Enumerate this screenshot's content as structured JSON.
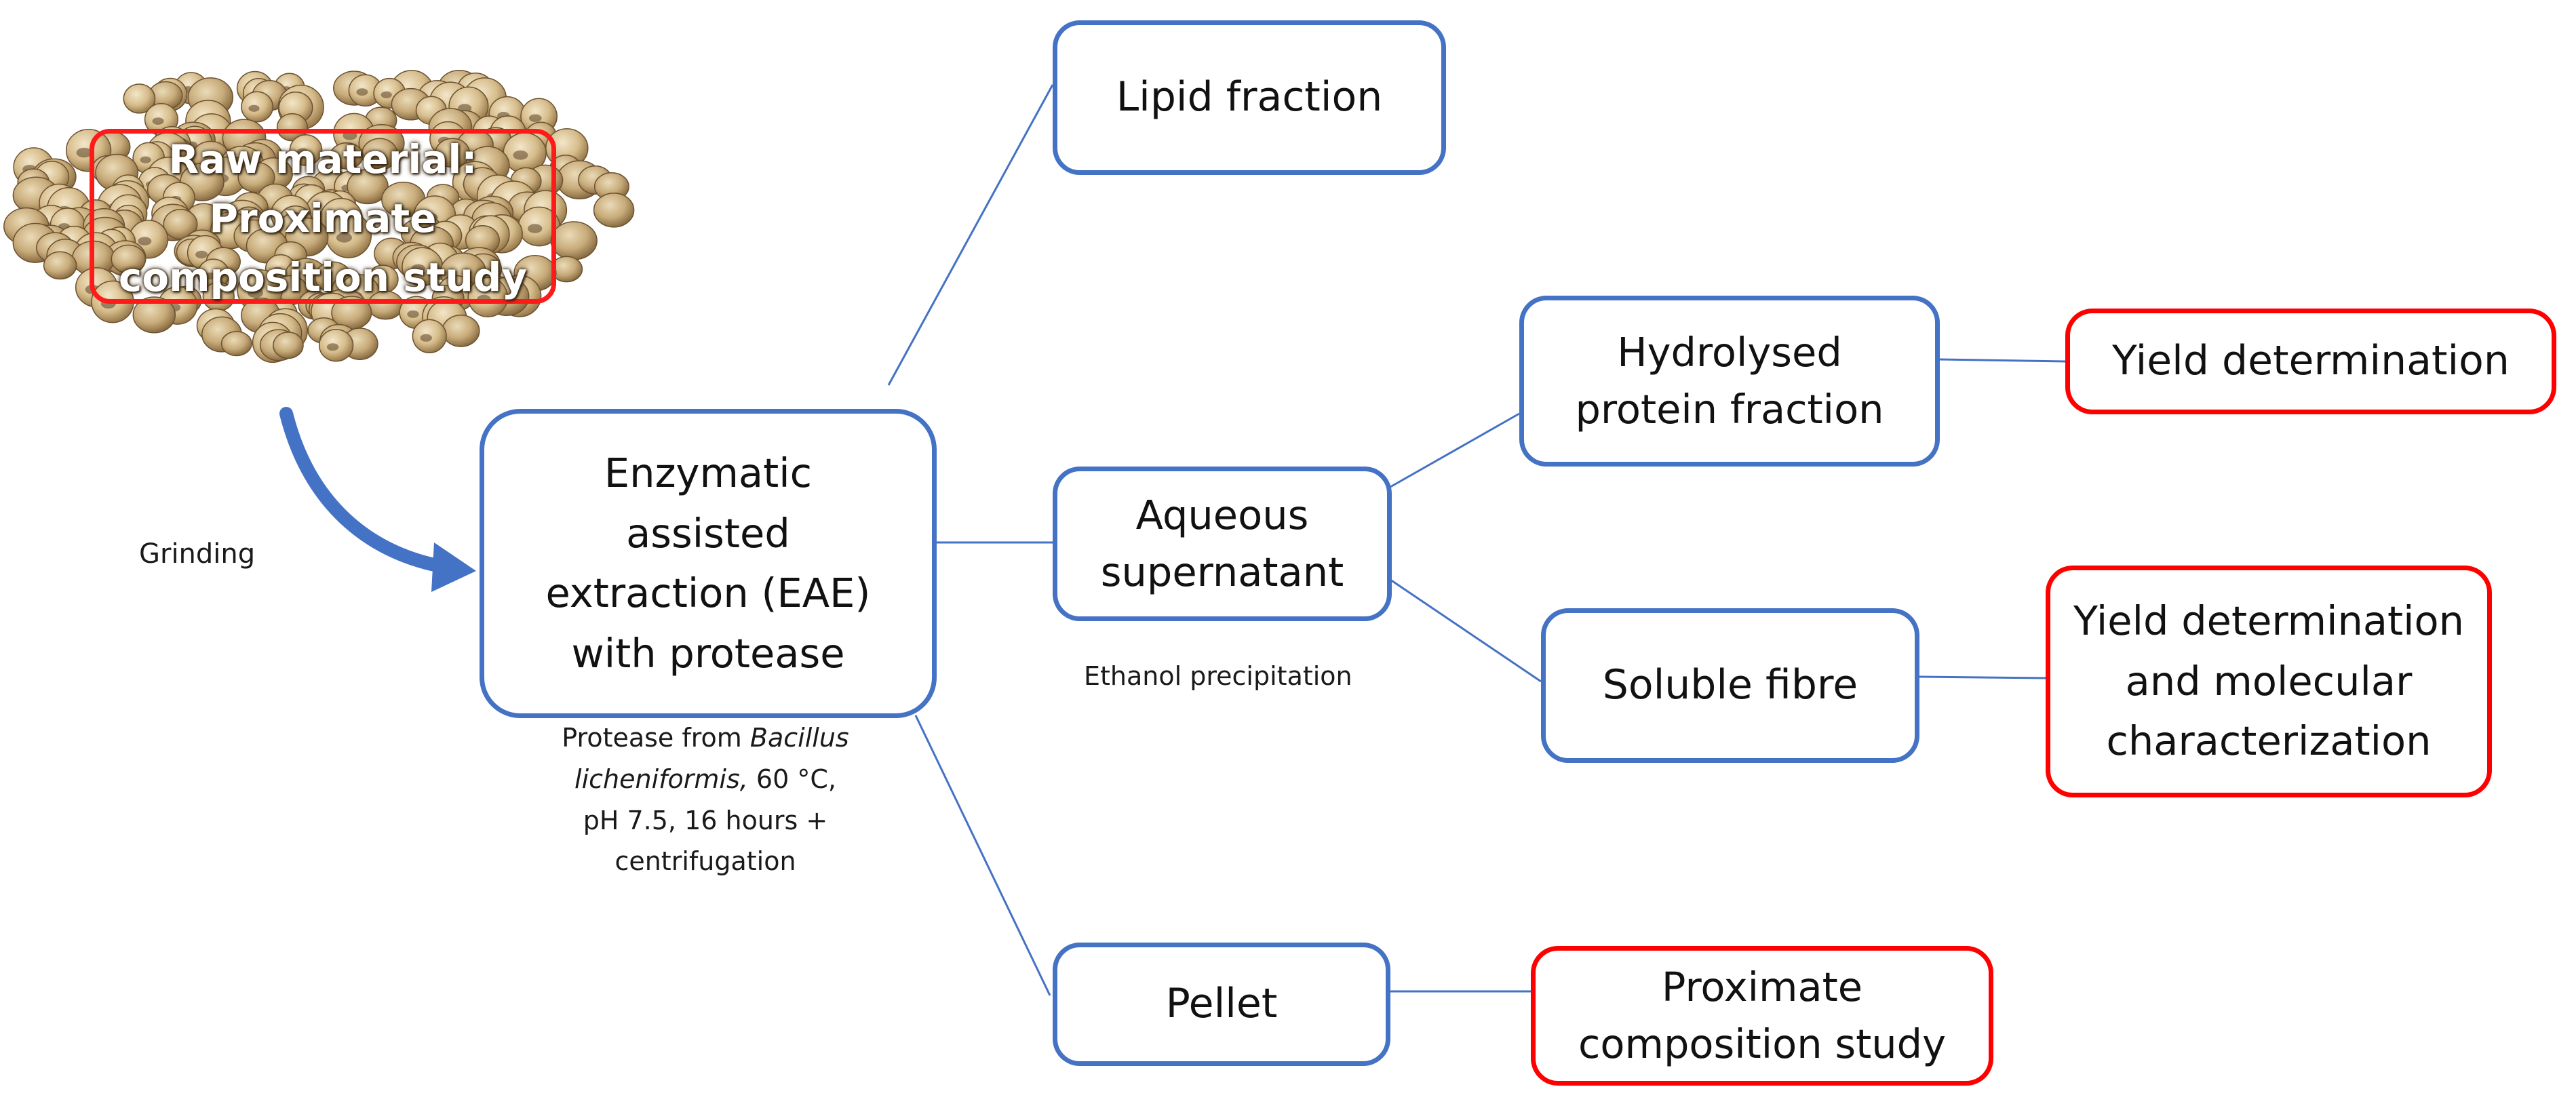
{
  "raw_material": {
    "line1": "Raw material:",
    "line2": "Proximate",
    "line3": "composition study"
  },
  "grinding_label": "Grinding",
  "eae": {
    "lines": [
      "Enzymatic",
      "assisted",
      "extraction (EAE)",
      "with protease"
    ],
    "caption_line1_prefix": "Protease from ",
    "caption_line1_italic": "Bacillus",
    "caption_line2_italic": "licheniformis,",
    "caption_line2_suffix": " 60 °C,",
    "caption_line3": "pH 7.5, 16 hours +",
    "caption_line4": "centrifugation"
  },
  "lipid_fraction": "Lipid fraction",
  "aqueous": {
    "line1": "Aqueous",
    "line2": "supernatant",
    "caption": "Ethanol precipitation"
  },
  "pellet": "Pellet",
  "hydrolysed": {
    "line1": "Hydrolysed",
    "line2": "protein fraction"
  },
  "soluble_fibre": "Soluble fibre",
  "yield_determination": "Yield determination",
  "yield_molecular": {
    "line1": "Yield determination",
    "line2": "and molecular",
    "line3": "characterization"
  },
  "proximate_study": {
    "line1": "Proximate",
    "line2": "composition study"
  },
  "colors": {
    "blue_border": "#4472c4",
    "red_border": "#ff0000",
    "connector": "#4472c4",
    "arrow": "#4472c4"
  }
}
